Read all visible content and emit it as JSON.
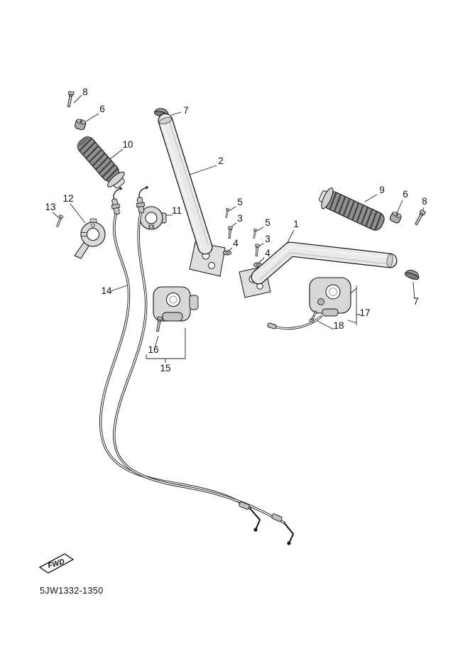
{
  "diagram": {
    "part_code": "5JW1332-1350",
    "fwd_label": "FWD",
    "callouts": [
      "8",
      "6",
      "10",
      "7",
      "2",
      "5",
      "3",
      "4",
      "5",
      "3",
      "4",
      "1",
      "9",
      "6",
      "8",
      "7",
      "13",
      "12",
      "11",
      "14",
      "16",
      "15",
      "17",
      "18"
    ]
  }
}
